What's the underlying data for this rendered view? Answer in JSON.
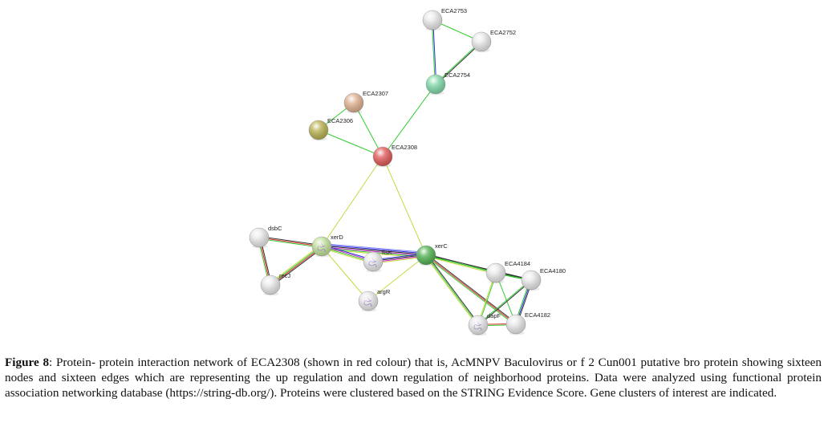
{
  "figure": {
    "caption_label": "Figure 8",
    "caption_text": ": Protein- protein interaction network of ECA2308 (shown in red colour) that is, AcMNPV Baculovirus or f 2 Cun001 putative bro protein showing sixteen nodes and sixteen edges which are representing the up regulation and down regulation of neighborhood proteins. Data were analyzed using functional protein association networking database (https://string-db.org/). Proteins were clustered based on the STRING Evidence Score. Gene clusters of interest are indicated."
  },
  "edge_colors": {
    "green": "#33cc33",
    "black": "#333333",
    "red": "#e03030",
    "blue": "#3030e0",
    "magenta": "#d030d0",
    "yellow": "#c8d840",
    "lightblue": "#8080ff"
  },
  "nodes": [
    {
      "id": "ECA2753",
      "label": "ECA2753",
      "color": "#e8e8e8",
      "structure": false
    },
    {
      "id": "ECA2752",
      "label": "ECA2752",
      "color": "#e8e8e8",
      "structure": false
    },
    {
      "id": "ECA2754",
      "label": "ECA2754",
      "color": "#7fd8a8",
      "structure": false
    },
    {
      "id": "ECA2307",
      "label": "ECA2307",
      "color": "#ddb090",
      "structure": false
    },
    {
      "id": "ECA2306",
      "label": "ECA2306",
      "color": "#b8b050",
      "structure": false
    },
    {
      "id": "ECA2308",
      "label": "ECA2308",
      "color": "#e05858",
      "structure": false
    },
    {
      "id": "dsbC",
      "label": "dsbC",
      "color": "#e8e8e8",
      "structure": false
    },
    {
      "id": "xerD",
      "label": "xerD",
      "color": "#c0e098",
      "structure": true
    },
    {
      "id": "fisK",
      "label": "ftsK",
      "color": "#e8e8e8",
      "structure": true
    },
    {
      "id": "xerC",
      "label": "xerC",
      "color": "#50b050",
      "structure": false
    },
    {
      "id": "recJ",
      "label": "recJ",
      "color": "#e8e8e8",
      "structure": false
    },
    {
      "id": "argR",
      "label": "argR",
      "color": "#e8e8e8",
      "structure": true
    },
    {
      "id": "ECA4184",
      "label": "ECA4184",
      "color": "#e8e8e8",
      "structure": false
    },
    {
      "id": "ECA4180",
      "label": "ECA4180",
      "color": "#e8e8e8",
      "structure": false
    },
    {
      "id": "dapF",
      "label": "dapF",
      "color": "#e8e8e8",
      "structure": true
    },
    {
      "id": "ECA4182",
      "label": "ECA4182",
      "color": "#e8e8e8",
      "structure": false
    }
  ],
  "edges": [
    {
      "source": "ECA2753",
      "target": "ECA2752",
      "evidence": [
        "green"
      ]
    },
    {
      "source": "ECA2753",
      "target": "ECA2754",
      "evidence": [
        "blue",
        "green"
      ]
    },
    {
      "source": "ECA2752",
      "target": "ECA2754",
      "evidence": [
        "black",
        "green"
      ]
    },
    {
      "source": "ECA2754",
      "target": "ECA2308",
      "evidence": [
        "green"
      ]
    },
    {
      "source": "ECA2307",
      "target": "ECA2308",
      "evidence": [
        "green"
      ]
    },
    {
      "source": "ECA2307",
      "target": "ECA2306",
      "evidence": [
        "green"
      ]
    },
    {
      "source": "ECA2306",
      "target": "ECA2308",
      "evidence": [
        "green"
      ]
    },
    {
      "source": "ECA2308",
      "target": "xerD",
      "evidence": [
        "yellow"
      ]
    },
    {
      "source": "ECA2308",
      "target": "xerC",
      "evidence": [
        "yellow"
      ]
    },
    {
      "source": "dsbC",
      "target": "xerD",
      "evidence": [
        "black",
        "red",
        "green"
      ]
    },
    {
      "source": "dsbC",
      "target": "recJ",
      "evidence": [
        "black",
        "red",
        "green"
      ]
    },
    {
      "source": "xerD",
      "target": "recJ",
      "evidence": [
        "black",
        "red",
        "green",
        "yellow"
      ]
    },
    {
      "source": "xerD",
      "target": "xerC",
      "evidence": [
        "lightblue",
        "blue",
        "black",
        "magenta",
        "green",
        "yellow"
      ]
    },
    {
      "source": "xerD",
      "target": "fisK",
      "evidence": [
        "blue",
        "magenta",
        "green",
        "yellow"
      ]
    },
    {
      "source": "fisK",
      "target": "xerC",
      "evidence": [
        "blue",
        "black",
        "magenta",
        "yellow"
      ]
    },
    {
      "source": "xerD",
      "target": "argR",
      "evidence": [
        "yellow"
      ]
    },
    {
      "source": "argR",
      "target": "xerC",
      "evidence": [
        "yellow"
      ]
    },
    {
      "source": "xerC",
      "target": "ECA4184",
      "evidence": [
        "black",
        "green",
        "yellow"
      ]
    },
    {
      "source": "xerC",
      "target": "ECA4180",
      "evidence": [
        "black",
        "green"
      ]
    },
    {
      "source": "xerC",
      "target": "dapF",
      "evidence": [
        "black",
        "green",
        "yellow"
      ]
    },
    {
      "source": "xerC",
      "target": "ECA4182",
      "evidence": [
        "black",
        "red",
        "green"
      ]
    },
    {
      "source": "ECA4184",
      "target": "ECA4180",
      "evidence": [
        "black",
        "green"
      ]
    },
    {
      "source": "ECA4184",
      "target": "dapF",
      "evidence": [
        "green",
        "yellow"
      ]
    },
    {
      "source": "ECA4184",
      "target": "ECA4182",
      "evidence": [
        "green"
      ]
    },
    {
      "source": "ECA4180",
      "target": "dapF",
      "evidence": [
        "black",
        "green"
      ]
    },
    {
      "source": "ECA4180",
      "target": "ECA4182",
      "evidence": [
        "black",
        "blue",
        "green"
      ]
    },
    {
      "source": "dapF",
      "target": "ECA4182",
      "evidence": [
        "red",
        "green"
      ]
    }
  ]
}
